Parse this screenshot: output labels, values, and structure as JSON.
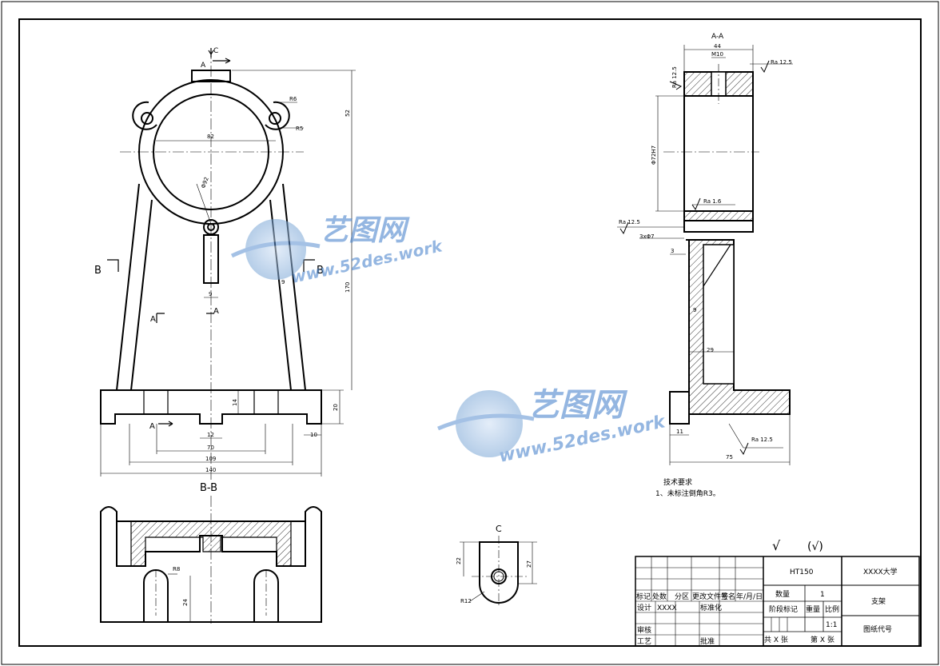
{
  "view_labels": {
    "section_a_top": "A",
    "view_c_top": "C",
    "section_b_left": "B",
    "section_b_right": "B",
    "section_a_bottom": "A",
    "view_a_mark": "A",
    "section_aa_title": "A-A",
    "section_bb_title": "B-B",
    "view_c_title": "C"
  },
  "front_view_dims": {
    "r6": "R6",
    "r5": "R5",
    "d82": "82",
    "phi92": "Φ92",
    "d52": "52",
    "d170": "170",
    "d9a": "9",
    "d9b": "9",
    "d14": "14",
    "d20": "20",
    "d12": "12",
    "d10": "10",
    "d70": "70",
    "d109": "109",
    "d140": "140"
  },
  "section_aa_dims": {
    "d44": "44",
    "m10": "M10",
    "ra125_top": "Ra 12.5",
    "ra125_left": "Ra 12.5",
    "bore": "Φ72H7",
    "ra16": "Ra 1.6",
    "ra125_mid": "Ra 12.5",
    "holes": "3xΦ7",
    "d3": "3",
    "d9": "9",
    "d29": "29",
    "d11": "11",
    "d75": "75",
    "ra125_bottom": "Ra 12.5"
  },
  "section_bb_dims": {
    "r8": "R8",
    "d24": "24"
  },
  "view_c_dims": {
    "d22": "22",
    "d27": "27",
    "r12": "R12"
  },
  "technical_requirements": {
    "title": "技术要求",
    "item1": "1、未标注倒角R3。"
  },
  "surface_symbols": {
    "main": "√",
    "bracket": "(√)"
  },
  "title_block": {
    "material": "HT150",
    "school": "XXXX大学",
    "part_name": "支架",
    "drawing_no": "图纸代号",
    "qty_label": "数量",
    "qty_value": "1",
    "stage_mark": "阶段标记",
    "weight": "重量",
    "scale_label": "比例",
    "scale_value": "1:1",
    "total_sheets": "共 X 张",
    "sheet_no": "第 X 张",
    "rev_mark": "标记",
    "rev_count": "处数",
    "rev_zone": "分区",
    "rev_doc": "更改文件号",
    "rev_sign": "签名",
    "rev_date": "年/月/日",
    "design_label": "设计",
    "design_name": "XXXX",
    "standard": "标准化",
    "review": "审核",
    "process": "工艺",
    "approve": "批准"
  },
  "watermark": {
    "cn": "艺图网",
    "url": "www.52des.work"
  }
}
